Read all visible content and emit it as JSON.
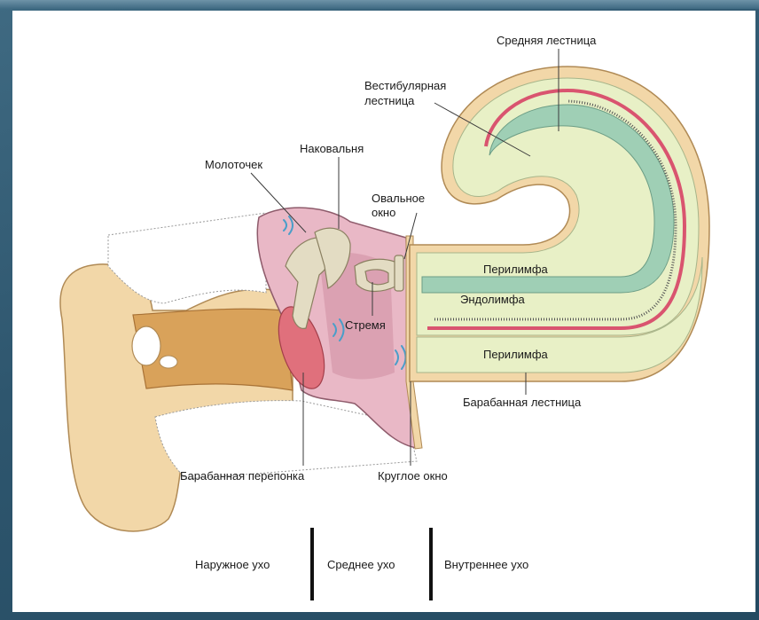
{
  "labels": {
    "scala_media": "Средняя лестница",
    "scala_vestibuli_line1": "Вестибулярная",
    "scala_vestibuli_line2": "лестница",
    "incus": "Наковальня",
    "malleus": "Молоточек",
    "oval_window_line1": "Овальное",
    "oval_window_line2": "окно",
    "perilymph_top": "Перилимфа",
    "endolymph": "Эндолимфа",
    "stapes": "Стремя",
    "perilymph_bottom": "Перилимфа",
    "scala_tympani": "Барабанная лестница",
    "tympanic_membrane": "Барабанная перепонка",
    "round_window": "Круглое окно"
  },
  "sections": {
    "outer_ear": "Наружное ухо",
    "middle_ear": "Среднее ухо",
    "inner_ear": "Внутреннее ухо"
  },
  "colors": {
    "skin": "#f2d7a8",
    "canal": "#d9a25a",
    "middle_ear_cavity": "#e9b8c6",
    "bone_outline": "#b8b8b8",
    "perilymph": "#e8f0c6",
    "endolymph": "#9fcfb5",
    "basilar": "#d9546f",
    "ossicles": "#e3dcc3",
    "waves": "#4a9ec9"
  }
}
